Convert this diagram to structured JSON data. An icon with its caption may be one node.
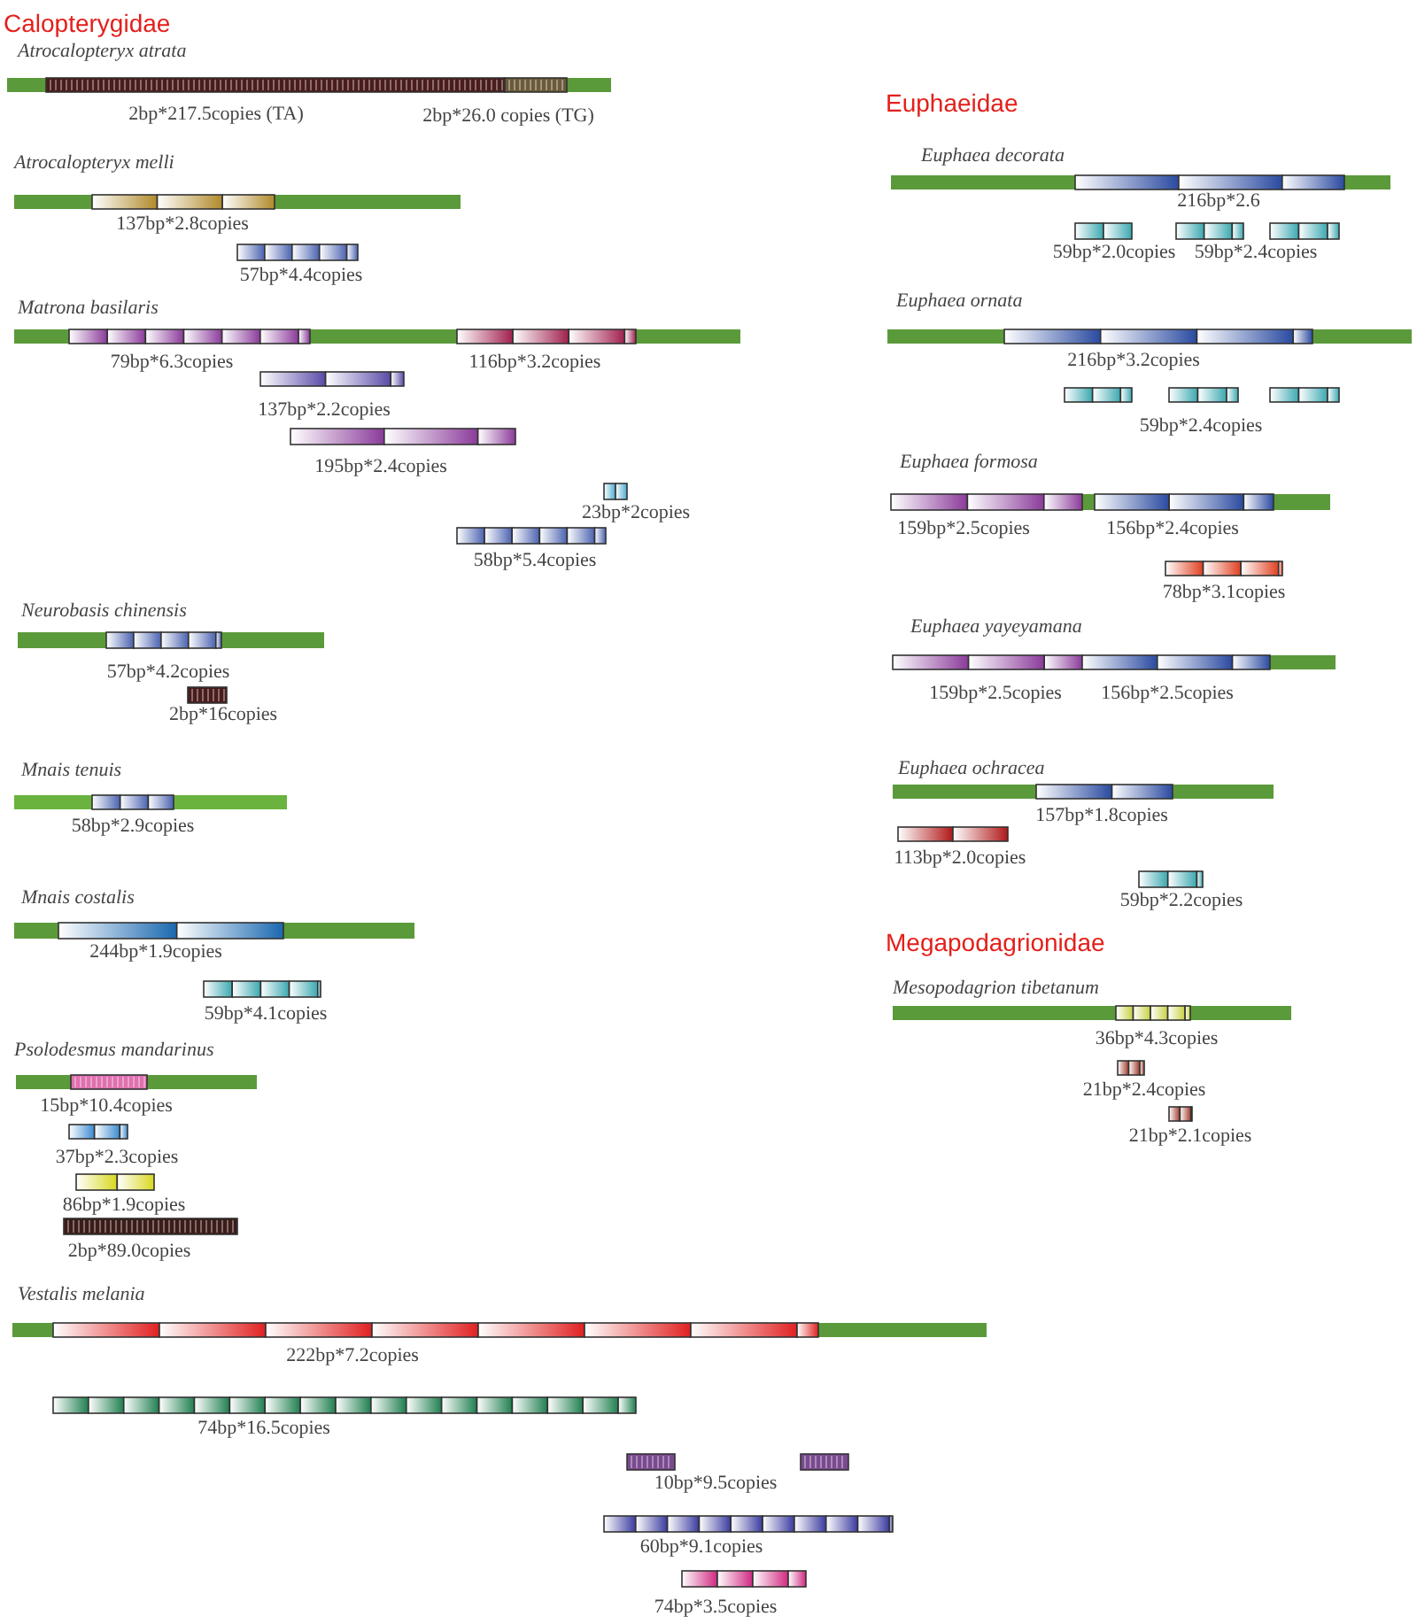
{
  "diagram": {
    "labels": [
      "Calopterygidae",
      "Atrocalopteryx atrata",
      "2bp*217.5copies (TA)",
      "2bp*26.0 copies (TG)",
      "Atrocalopteryx melli",
      "137bp*2.8copies",
      "57bp*4.4copies",
      "Matrona basilaris",
      "79bp*6.3copies",
      "116bp*3.2copies",
      "137bp*2.2copies",
      "195bp*2.4copies",
      "23bp*2copies",
      "58bp*5.4copies",
      "Neurobasis chinensis",
      "57bp*4.2copies",
      "2bp*16copies",
      "Mnais tenuis",
      "58bp*2.9copies",
      "Mnais costalis",
      "244bp*1.9copies",
      "59bp*4.1copies",
      "Psolodesmus mandarinus",
      "15bp*10.4copies",
      "37bp*2.3copies",
      "86bp*1.9copies",
      "2bp*89.0copies",
      "Vestalis melania",
      "222bp*7.2copies",
      "74bp*16.5copies",
      "10bp*9.5copies",
      "60bp*9.1copies",
      "74bp*3.5copies",
      "Euphaeidae",
      "Euphaea decorata",
      "216bp*2.6",
      "59bp*2.0copies",
      "59bp*2.4copies",
      "Euphaea ornata",
      "216bp*3.2copies",
      "59bp*2.4copies",
      "Euphaea formosa",
      "159bp*2.5copies",
      "156bp*2.4copies",
      "78bp*3.1copies",
      "Euphaea yayeyamana",
      "159bp*2.5copies",
      "156bp*2.5copies",
      "Euphaea ochracea",
      "157bp*1.8copies",
      "113bp*2.0copies",
      "59bp*2.2copies",
      "Megapodagrionidae",
      "Mesopodagrion tibetanum",
      "36bp*4.3copies",
      "21bp*2.4copies",
      "21bp*2.1copies"
    ]
  }
}
